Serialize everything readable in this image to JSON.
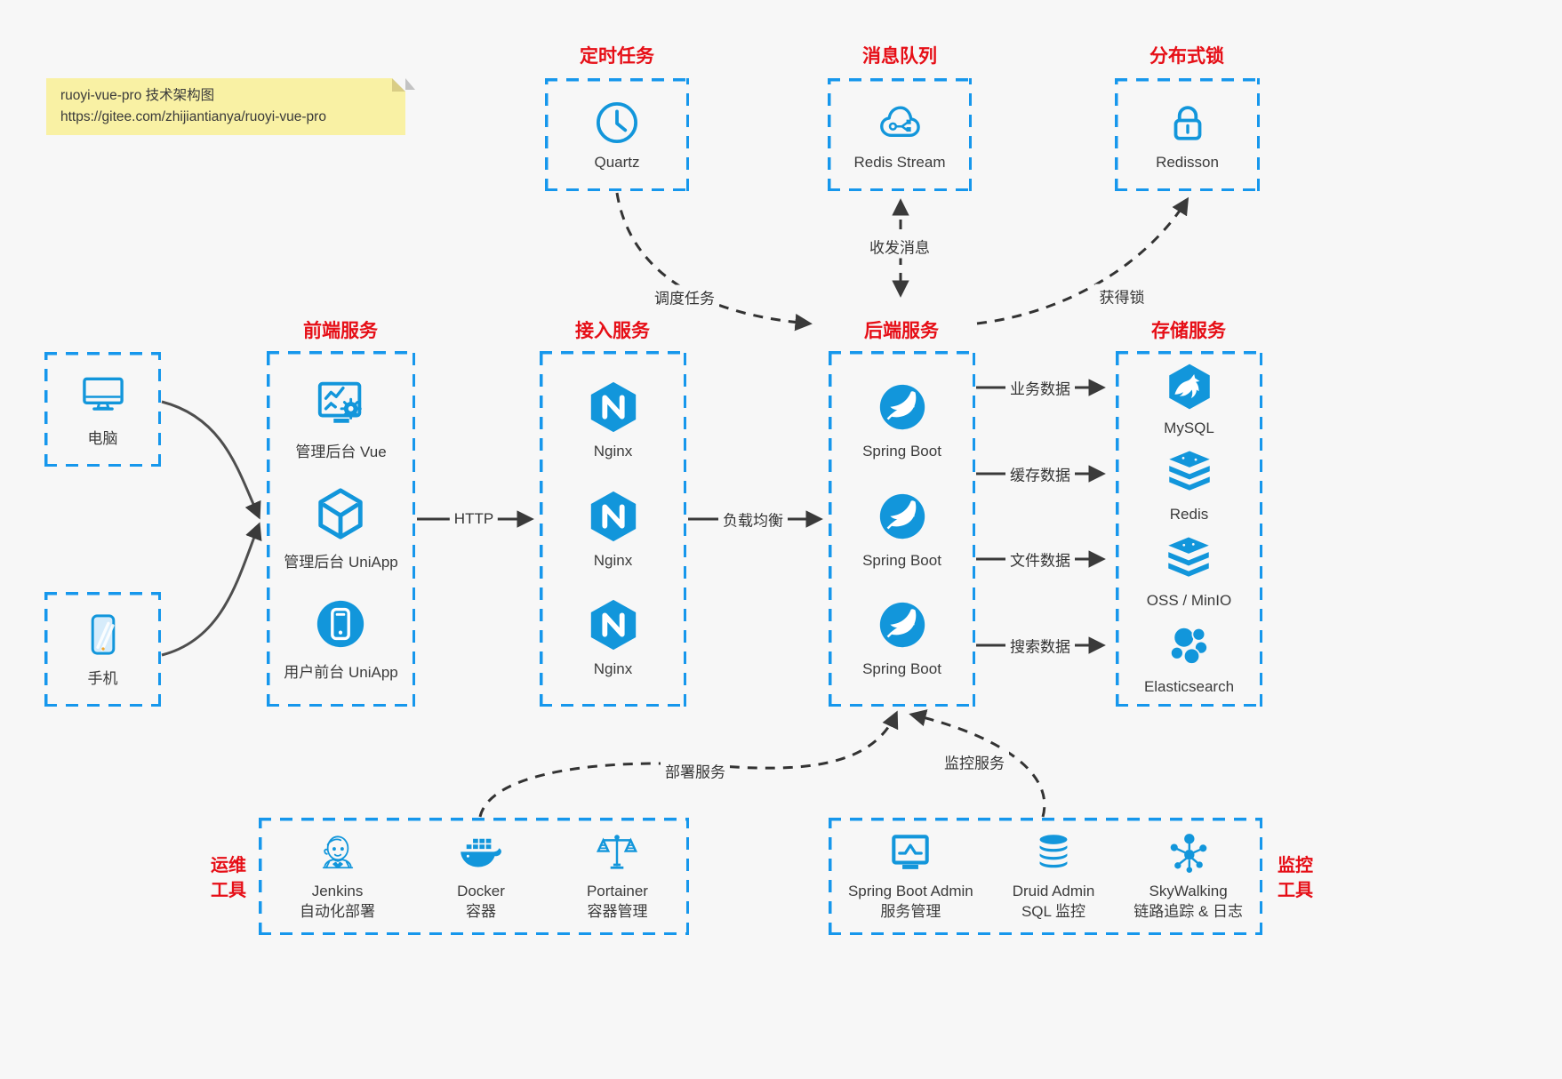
{
  "note": {
    "title": "ruoyi-vue-pro 技术架构图",
    "url": "https://gitee.com/zhijiantianya/ruoyi-vue-pro"
  },
  "colors": {
    "accent_blue": "#1296db",
    "box_border_blue": "#1697ec",
    "heading_red": "#e60e16",
    "wire_dark": "#3a3a3a",
    "background": "#f7f7f7",
    "note_yellow": "#f9f1a4"
  },
  "top_groups": [
    {
      "title": "定时任务",
      "item": {
        "icon": "clock-icon",
        "label": "Quartz"
      }
    },
    {
      "title": "消息队列",
      "item": {
        "icon": "cloud-stream-icon",
        "label": "Redis Stream"
      }
    },
    {
      "title": "分布式锁",
      "item": {
        "icon": "lock-icon",
        "label": "Redisson"
      }
    }
  ],
  "clients": [
    {
      "icon": "desktop-icon",
      "label": "电脑"
    },
    {
      "icon": "smartphone-icon",
      "label": "手机"
    }
  ],
  "service_columns": [
    {
      "title": "前端服务",
      "items": [
        {
          "icon": "admin-dashboard-icon",
          "label": "管理后台 Vue"
        },
        {
          "icon": "uniapp-cube-icon",
          "label": "管理后台 UniApp"
        },
        {
          "icon": "mobile-app-icon",
          "label": "用户前台 UniApp"
        }
      ]
    },
    {
      "title": "接入服务",
      "items": [
        {
          "icon": "nginx-icon",
          "label": "Nginx"
        },
        {
          "icon": "nginx-icon",
          "label": "Nginx"
        },
        {
          "icon": "nginx-icon",
          "label": "Nginx"
        }
      ]
    },
    {
      "title": "后端服务",
      "items": [
        {
          "icon": "spring-icon",
          "label": "Spring Boot"
        },
        {
          "icon": "spring-icon",
          "label": "Spring Boot"
        },
        {
          "icon": "spring-icon",
          "label": "Spring Boot"
        }
      ]
    },
    {
      "title": "存储服务",
      "items": [
        {
          "icon": "mysql-icon",
          "label": "MySQL"
        },
        {
          "icon": "redis-icon",
          "label": "Redis"
        },
        {
          "icon": "oss-icon",
          "label": "OSS / MinIO"
        },
        {
          "icon": "elasticsearch-icon",
          "label": "Elasticsearch"
        }
      ]
    }
  ],
  "edges": {
    "http": "HTTP",
    "load_balance": "负载均衡",
    "business_data": "业务数据",
    "cache_data": "缓存数据",
    "file_data": "文件数据",
    "search_data": "搜索数据",
    "schedule_task": "调度任务",
    "send_receive_message": "收发消息",
    "acquire_lock": "获得锁",
    "deploy_service": "部署服务",
    "monitor_service": "监控服务"
  },
  "ops_tools": {
    "title_line1": "运维",
    "title_line2": "工具",
    "items": [
      {
        "icon": "jenkins-icon",
        "name": "Jenkins",
        "desc": "自动化部署"
      },
      {
        "icon": "docker-icon",
        "name": "Docker",
        "desc": "容器"
      },
      {
        "icon": "portainer-icon",
        "name": "Portainer",
        "desc": "容器管理"
      }
    ]
  },
  "monitor_tools": {
    "title_line1": "监控",
    "title_line2": "工具",
    "items": [
      {
        "icon": "springboot-admin-icon",
        "name": "Spring Boot Admin",
        "desc": "服务管理"
      },
      {
        "icon": "druid-icon",
        "name": "Druid Admin",
        "desc": "SQL 监控"
      },
      {
        "icon": "skywalking-icon",
        "name": "SkyWalking",
        "desc": "链路追踪 & 日志"
      }
    ]
  }
}
